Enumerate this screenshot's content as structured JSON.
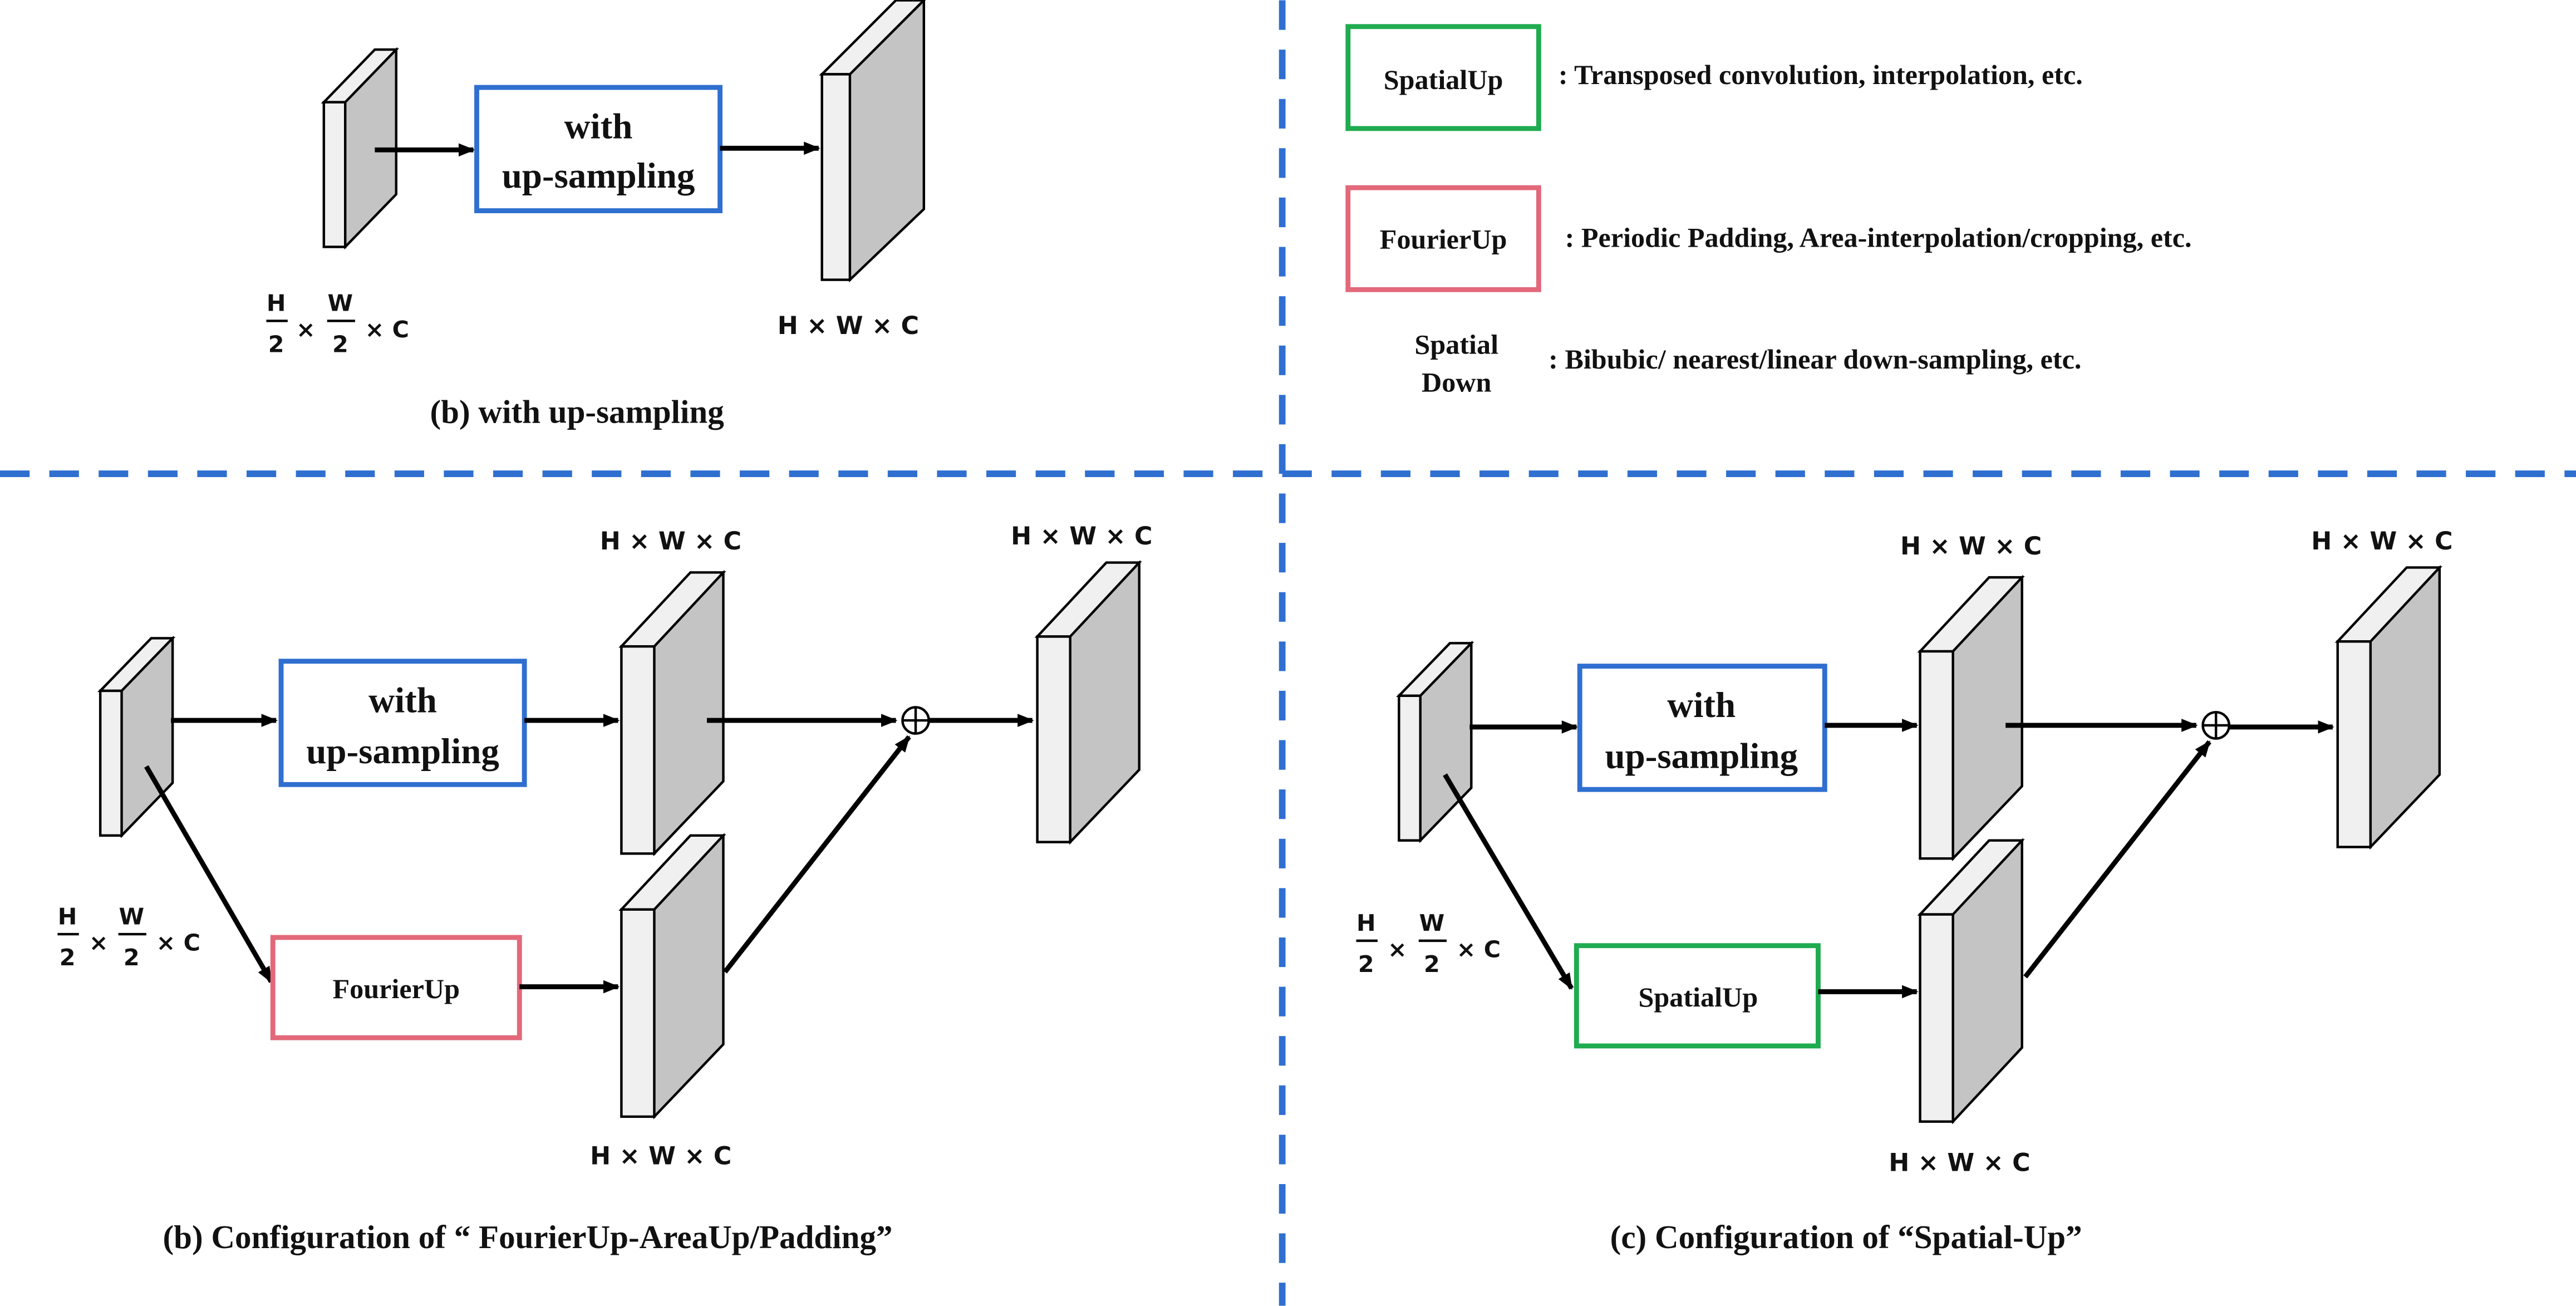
{
  "colors": {
    "blue": "#2f6fd0",
    "green": "#1fab4f",
    "pink": "#e2687a",
    "block_face": "#c4c4c4",
    "block_front": "#f0f0f0",
    "line": "#000000"
  },
  "labels": {
    "with": "with",
    "up_sampling": "up-sampling",
    "fourier_up": "FourierUp",
    "spatial_up": "SpatialUp",
    "hwc": "H × W × C",
    "half_h": "H",
    "half_w": "W",
    "two": "2",
    "times": "×",
    "times_c": "× C"
  },
  "captions": {
    "top_left": "(b) with up-sampling",
    "bottom_left": "(b) Configuration of “ FourierUp-AreaUp/Padding”",
    "bottom_right": "(c) Configuration of “Spatial-Up”"
  },
  "legend": {
    "spatial_up_label": "SpatialUp",
    "spatial_up_desc": ": Transposed convolution, interpolation, etc.",
    "fourier_up_label": "FourierUp",
    "fourier_up_desc": ": Periodic Padding, Area-interpolation/cropping, etc.",
    "spatial_down_line1": "Spatial",
    "spatial_down_line2": "Down",
    "spatial_down_desc": ": Bibubic/ nearest/linear down-sampling, etc."
  },
  "symbols": {
    "add": "⊕"
  }
}
